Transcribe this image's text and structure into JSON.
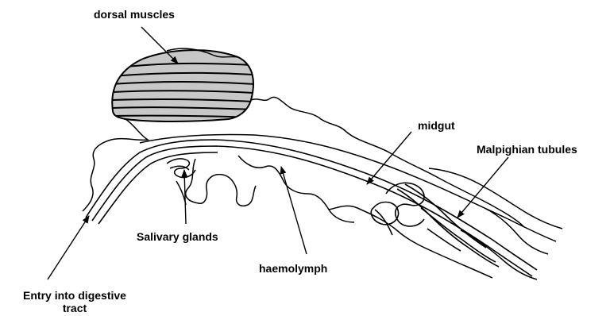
{
  "labels": {
    "dorsal_muscles": "dorsal muscles",
    "midgut": "midgut",
    "malpighian_tubules": "Malpighian tubules",
    "salivary_glands": "Salivary glands",
    "haemolymph": "haemolymph",
    "entry_line1": "Entry into digestive",
    "entry_line2": "tract"
  },
  "colors": {
    "stroke": "#000000",
    "muscle_fill": "#c8c8c8",
    "background": "#ffffff"
  }
}
